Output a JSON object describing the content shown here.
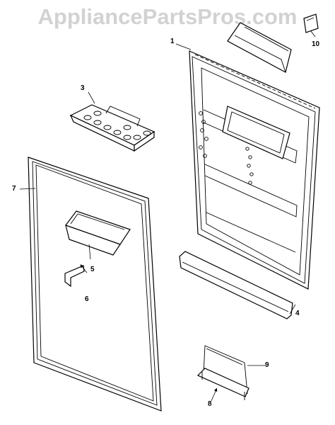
{
  "watermark": "AppliancePartsPros.com",
  "callouts": [
    {
      "id": "1",
      "label": "1"
    },
    {
      "id": "3",
      "label": "3"
    },
    {
      "id": "4",
      "label": "4"
    },
    {
      "id": "5",
      "label": "5"
    },
    {
      "id": "6",
      "label": "6"
    },
    {
      "id": "7",
      "label": "7"
    },
    {
      "id": "8",
      "label": "8"
    },
    {
      "id": "9",
      "label": "9"
    },
    {
      "id": "10",
      "label": "10"
    }
  ]
}
